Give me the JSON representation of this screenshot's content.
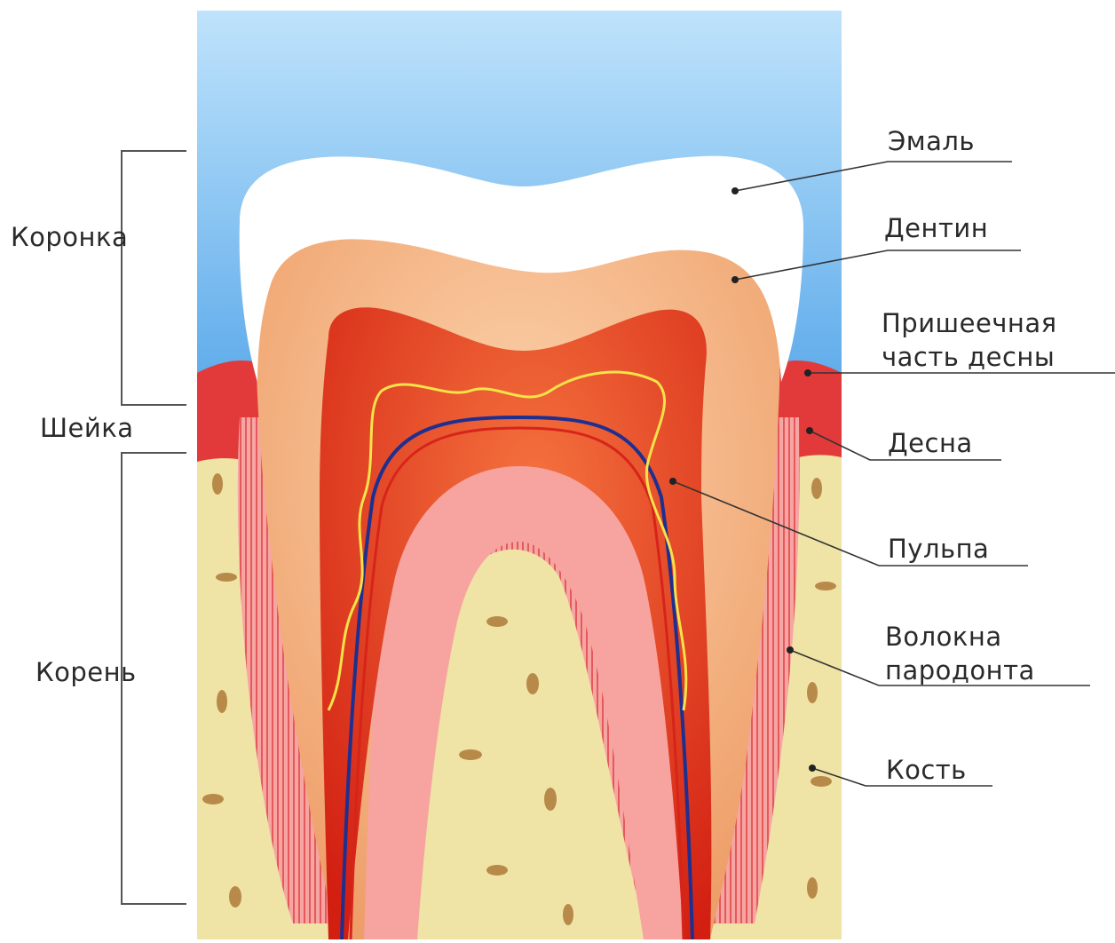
{
  "diagram": {
    "left_labels": {
      "crown": "Коронка",
      "neck": "Шейка",
      "root": "Корень"
    },
    "right_labels": {
      "enamel": "Эмаль",
      "dentin": "Дентин",
      "gum_cervical": "Пришеечная\nчасть десны",
      "gum": "Десна",
      "pulp": "Пульпа",
      "periodontal_fibers": "Волокна\nпародонта",
      "bone": "Кость"
    },
    "colors": {
      "sky": "#9dd0f5",
      "enamel": "#ffffff",
      "dentin": "#f4b88a",
      "pulp": "#e8321c",
      "gum": "#e23a3a",
      "bone": "#efe3a6",
      "inner_root": "#f7a3a0",
      "vessel_blue": "#1f2f8f",
      "nerve_yellow": "#f6e24a"
    }
  }
}
